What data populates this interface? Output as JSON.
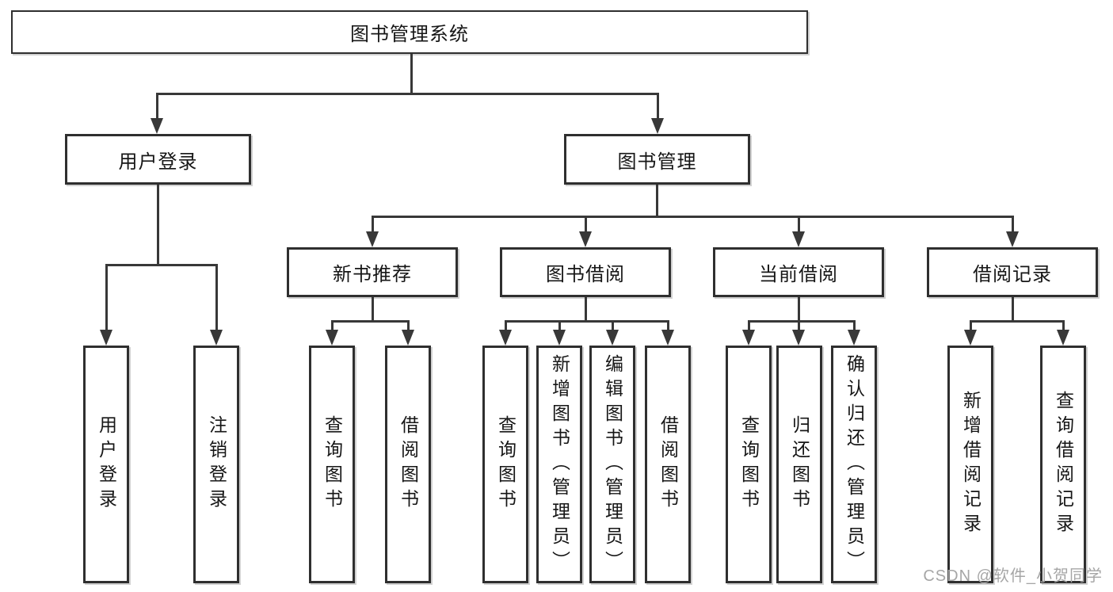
{
  "diagram": {
    "type": "hierarchy-tree",
    "tree": {
      "root": "图书管理系统",
      "children": [
        {
          "label": "用户登录",
          "children": [
            "用户登录",
            "注销登录"
          ]
        },
        {
          "label": "图书管理",
          "children": [
            {
              "label": "新书推荐",
              "children": [
                "查询图书",
                "借阅图书"
              ]
            },
            {
              "label": "图书借阅",
              "children": [
                "查询图书",
                "新增图书（管理员）",
                "编辑图书（管理员）",
                "借阅图书"
              ]
            },
            {
              "label": "当前借阅",
              "children": [
                "查询图书",
                "归还图书",
                "确认归还（管理员）"
              ]
            },
            {
              "label": "借阅记录",
              "children": [
                "新增借阅记录",
                "查询借阅记录"
              ]
            }
          ]
        }
      ]
    },
    "colors": {
      "background": "#ffffff",
      "line": "#383838",
      "box_border": "#2f2f2f",
      "text": "#161616",
      "watermark": "#a6a6a6"
    }
  },
  "watermark": {
    "text": "CSDN @软件_小贺同学"
  }
}
